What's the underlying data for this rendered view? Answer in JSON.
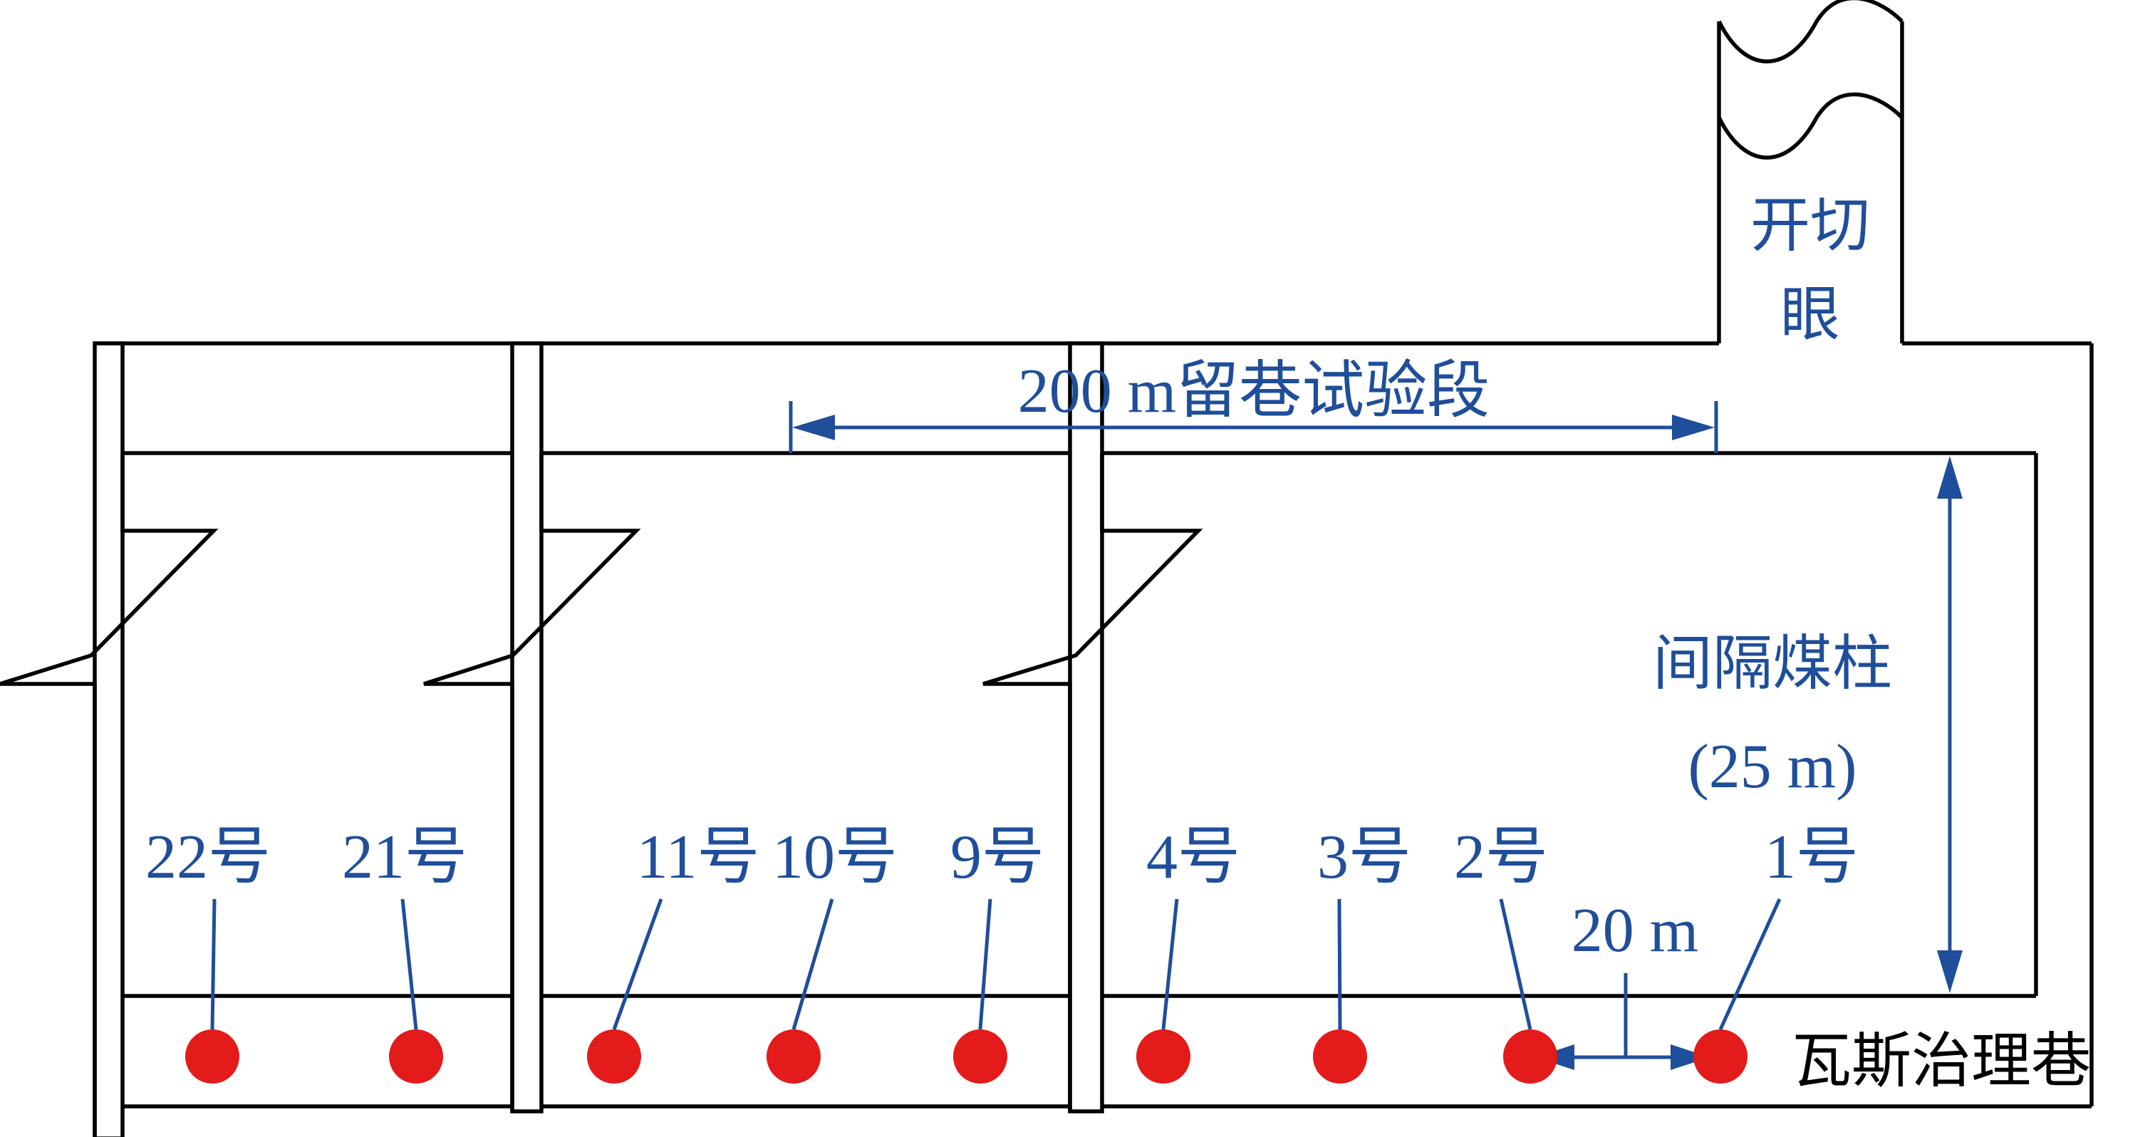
{
  "labels": {
    "open_cut": [
      "开切",
      "眼"
    ],
    "test_section": "200 m留巷试验段",
    "pillar_name": "间隔煤柱",
    "pillar_width": "(25 m)",
    "spacing": "20 m",
    "gas_roadway": "瓦斯治理巷"
  },
  "holes": [
    {
      "id": "22号"
    },
    {
      "id": "21号"
    },
    {
      "id": "11号"
    },
    {
      "id": "10号"
    },
    {
      "id": "9号"
    },
    {
      "id": "4号"
    },
    {
      "id": "3号"
    },
    {
      "id": "2号"
    },
    {
      "id": "1号"
    }
  ],
  "colors": {
    "annotation": "#1f4e9a",
    "hole": "#e31b1b",
    "walls": "#000000"
  }
}
